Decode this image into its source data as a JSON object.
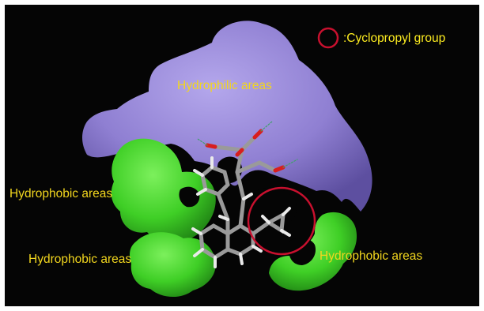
{
  "colors": {
    "background": "#050505",
    "hydrophilic_surface": "#8f7fd2",
    "hydrophobic_surface": "#46d82c",
    "legend_circle": "#c8102e",
    "label_text": "#f2d61e",
    "legend_text": "#ffee20",
    "molecule_bonds": "#9a9a9a",
    "hydrogen_atoms": "#e8e8e8",
    "oxygen_atoms": "#d81e1e"
  },
  "legend": {
    "text": ":Cyclopropyl group",
    "icon": "red-circle-marker"
  },
  "labels": {
    "hydrophilic": "Hydrophilic areas",
    "hydrophobic_left": "Hydrophobic areas",
    "hydrophobic_bottom_left": "Hydrophobic areas",
    "hydrophobic_right": "Hydrophobic areas"
  }
}
